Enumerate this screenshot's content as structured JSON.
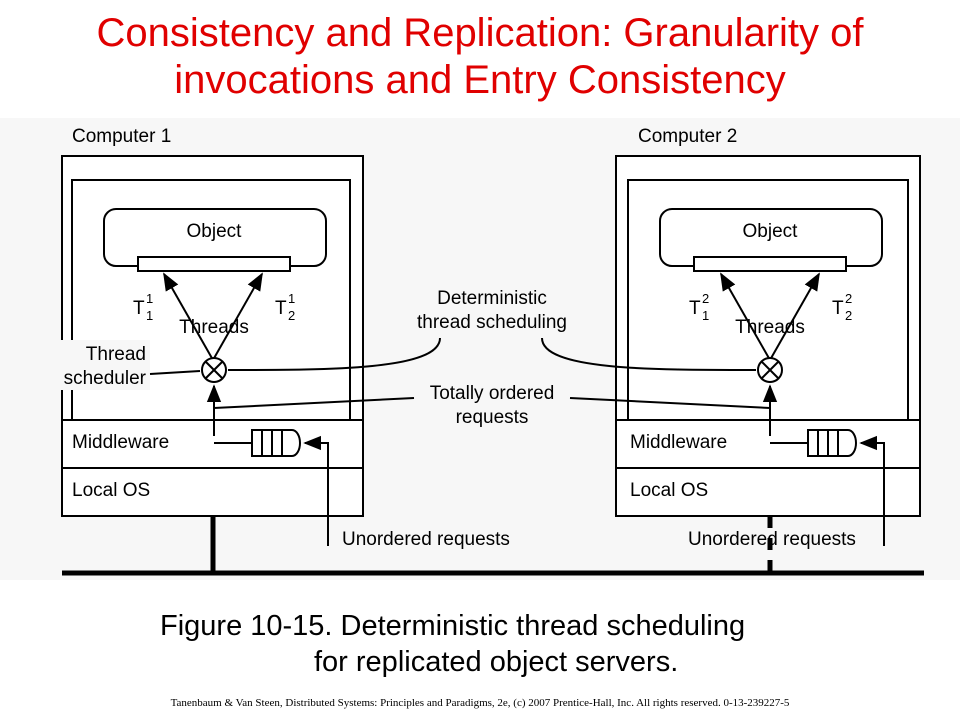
{
  "slide": {
    "title_line1": "Consistency and Replication: Granularity of",
    "title_line2": "invocations and Entry Consistency",
    "caption_line1": "Figure 10-15. Deterministic thread scheduling",
    "caption_line2": "for replicated object servers.",
    "footer": "Tanenbaum & Van Steen, Distributed Systems: Principles and Paradigms, 2e, (c) 2007 Prentice-Hall, Inc. All rights reserved. 0-13-239227-5",
    "title_color": "#e00000"
  },
  "diagram": {
    "computer1": {
      "label": "Computer 1",
      "object": "Object",
      "threads": "Threads",
      "t1_sup": "1",
      "t1_sub": "1",
      "t2_sup": "1",
      "t2_sub": "2",
      "middleware": "Middleware",
      "local_os": "Local OS"
    },
    "computer2": {
      "label": "Computer 2",
      "object": "Object",
      "threads": "Threads",
      "t1_sup": "2",
      "t1_sub": "1",
      "t2_sup": "2",
      "t2_sub": "2",
      "middleware": "Middleware",
      "local_os": "Local OS"
    },
    "thread_letter": "T",
    "thread_scheduler_line1": "Thread",
    "thread_scheduler_line2": "scheduler",
    "deterministic_line1": "Deterministic",
    "deterministic_line2": "thread scheduling",
    "totally_ordered_line1": "Totally ordered",
    "totally_ordered_line2": "requests",
    "unordered_left": "Unordered requests",
    "unordered_right": "Unordered requests"
  }
}
